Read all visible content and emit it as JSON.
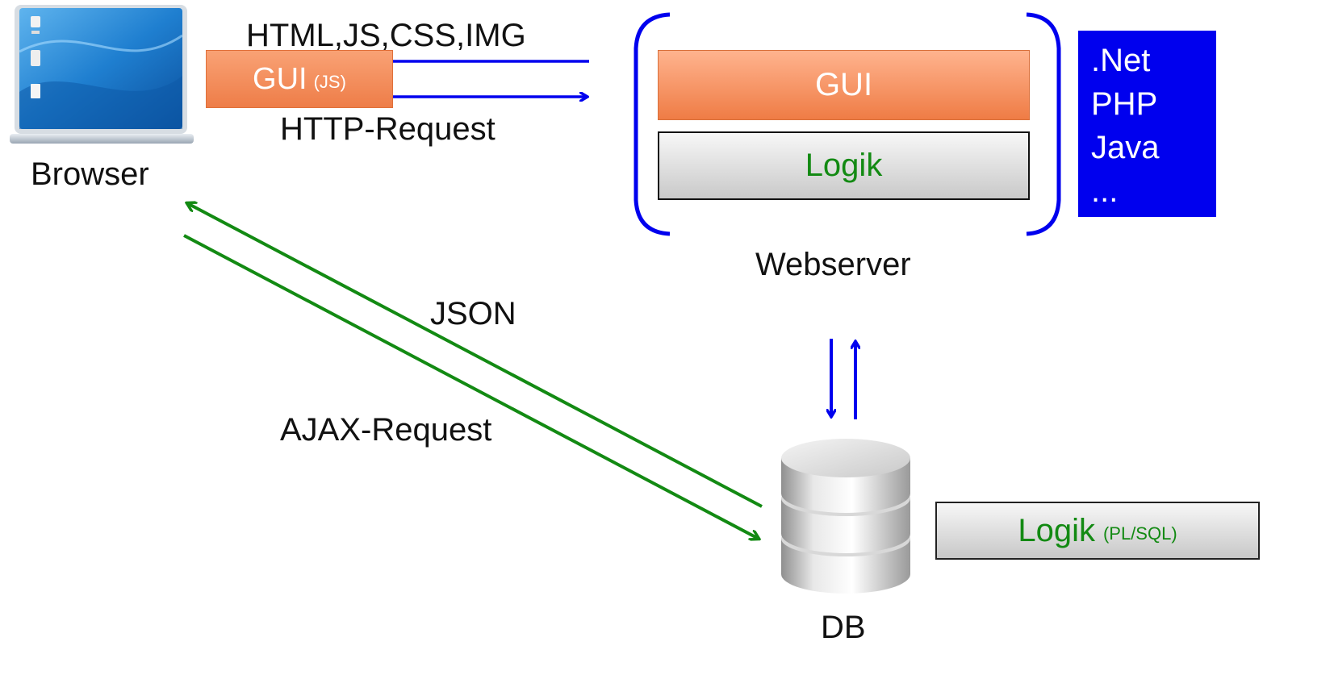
{
  "browser": {
    "label": "Browser",
    "icon": "laptop-icon"
  },
  "client": {
    "gui_label": "GUI",
    "gui_sub": "(JS)",
    "response_label": "HTML,JS,CSS,IMG",
    "request_label": "HTTP-Request"
  },
  "webserver": {
    "label": "Webserver",
    "gui_label": "GUI",
    "logik_label": "Logik",
    "languages": [
      ".Net",
      "PHP",
      "Java",
      "..."
    ]
  },
  "ajax": {
    "json_label": "JSON",
    "request_label": "AJAX-Request"
  },
  "db": {
    "label": "DB",
    "icon": "database-icon",
    "logik_label": "Logik",
    "logik_sub": "(PL/SQL)"
  },
  "colors": {
    "blue": "#0000ee",
    "green": "#138a13",
    "orange": "#ef7c45",
    "gray": "#d0d0d0"
  }
}
